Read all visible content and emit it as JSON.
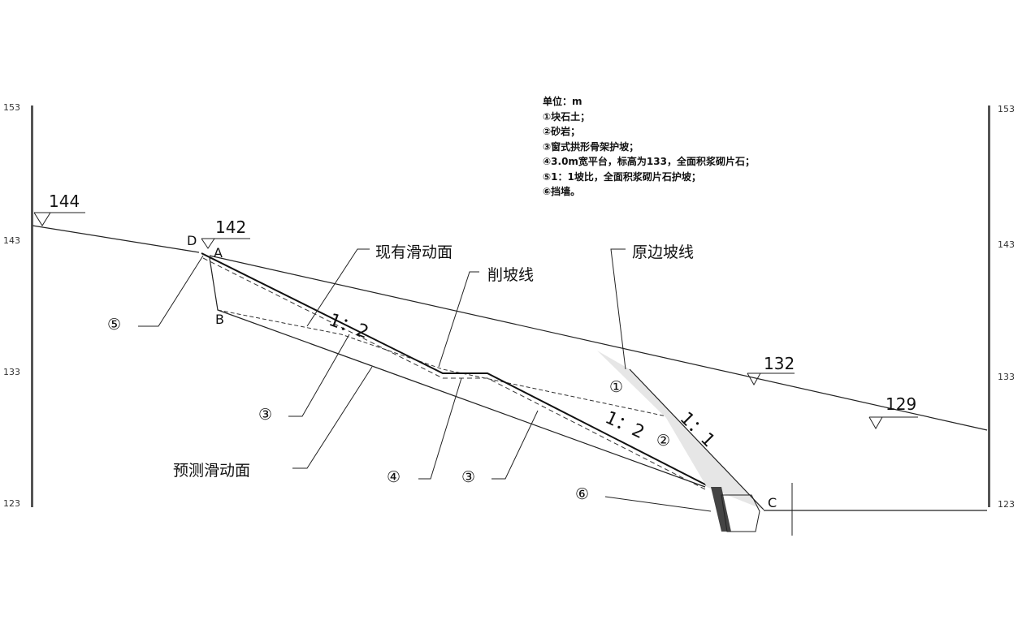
{
  "legend": {
    "unit": "单位：m",
    "items": [
      "①块石土；",
      "②砂岩；",
      "③窗式拱形骨架护坡；",
      "④3.0m宽平台，标高为133，全面积浆砌片石；",
      "⑤1：1坡比，全面积浆砌片石护坡；",
      "⑥挡墙。"
    ]
  },
  "scale_left": [
    "153",
    "143",
    "133",
    "123"
  ],
  "scale_right": [
    "153",
    "143",
    "133",
    "123"
  ],
  "elevation_marks": [
    "144",
    "142",
    "132",
    "129"
  ],
  "points": [
    "D",
    "A",
    "B",
    "C"
  ],
  "labels": {
    "existing_slide": "现有滑动面",
    "cut_line": "削坡线",
    "original_slope": "原边坡线",
    "predicted_slide": "预测滑动面",
    "ratio_upper": "1：2",
    "ratio_lower": "1：2",
    "ratio_steep": "1：1",
    "n1": "①",
    "n2": "②",
    "n3a": "③",
    "n3b": "③",
    "n4": "④",
    "n5": "⑤",
    "n6": "⑥"
  }
}
